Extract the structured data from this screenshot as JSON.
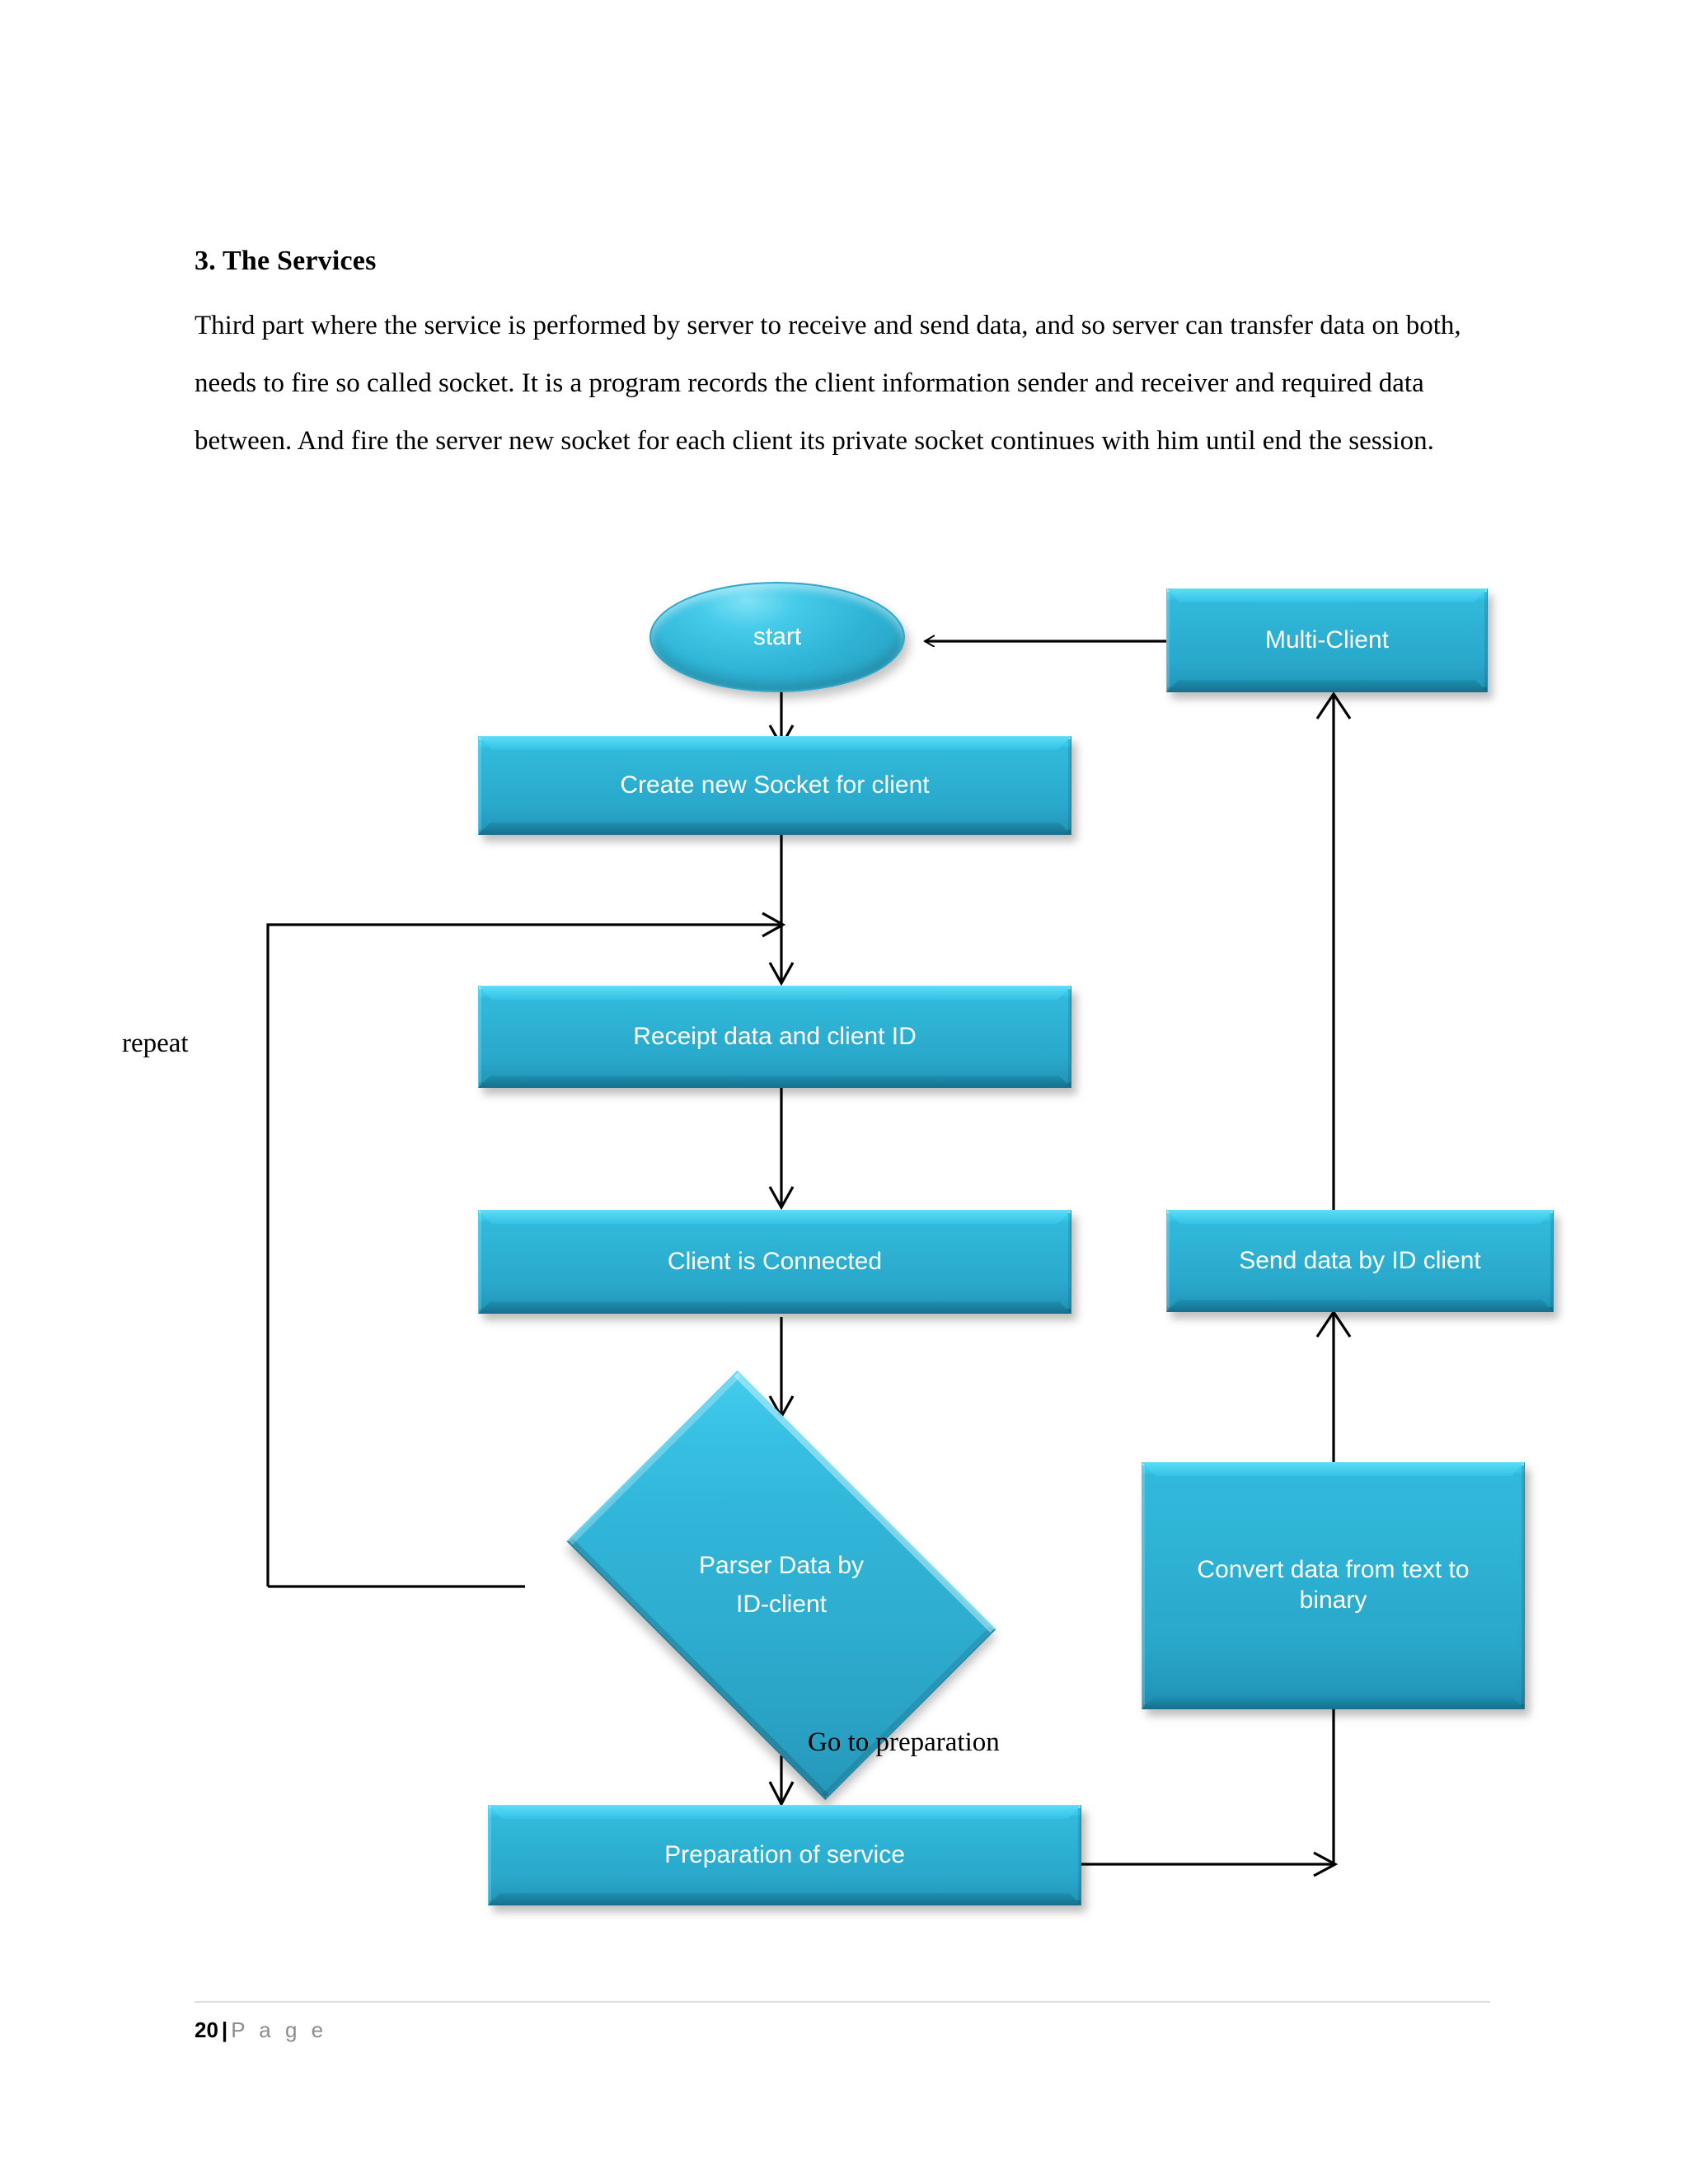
{
  "document": {
    "heading_number": "3",
    "heading_text": ". The Services",
    "paragraph": "Third part where the service is performed by server to receive and send data, and so server can transfer data on both, needs to fire so called socket. It is a program records the client information sender and receiver and required data between. And fire the server new socket for each client its private socket continues with him until end the session."
  },
  "flowchart": {
    "title": "Server service socket flow",
    "nodes": {
      "start": "start",
      "multi_client": "Multi-Client",
      "create_socket": "Create new Socket for client",
      "receipt_data": "Receipt data and client ID",
      "client_connected": "Client is Connected",
      "parser_line1": "Parser Data by",
      "parser_line2": "ID-client",
      "send_data": "Send data by ID client",
      "convert_line1": "Convert data from text to",
      "convert_line2": "binary",
      "preparation": "Preparation of service"
    },
    "edge_labels": {
      "repeat": "repeat",
      "go_to_preparation": "Go to preparation"
    },
    "colors": {
      "shape_fill": "#2fb4d6",
      "shape_highlight": "#5adcf6",
      "shape_shadow": "#1f87a8",
      "shape_text": "#ffffff",
      "connector": "#000000"
    }
  },
  "footer": {
    "page_number": "20",
    "separator": "|",
    "page_word": "P a g e"
  }
}
